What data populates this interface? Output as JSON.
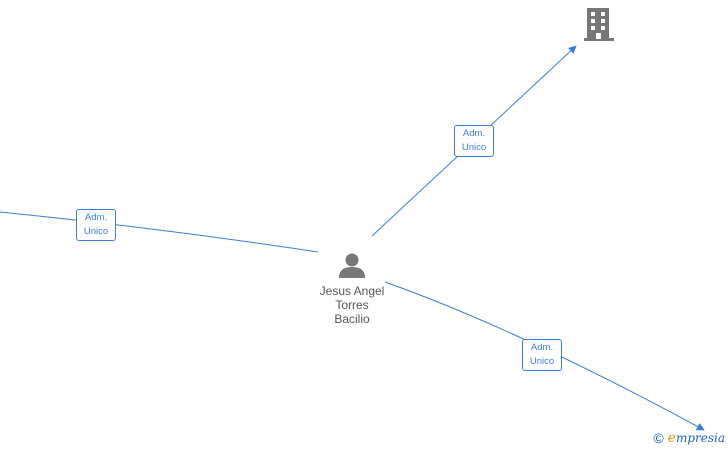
{
  "nodes": {
    "person": {
      "name_lines": [
        "Jesus Angel",
        "Torres",
        "Bacilio"
      ]
    }
  },
  "edges": [
    {
      "label_line1": "Adm.",
      "label_line2": "Unico"
    },
    {
      "label_line1": "Adm.",
      "label_line2": "Unico"
    },
    {
      "label_line1": "Adm.",
      "label_line2": "Unico"
    }
  ],
  "colors": {
    "edge": "#3b7dd8",
    "node_icon": "#777777",
    "brand": "#1a64b6",
    "brand_accent": "#f39200"
  },
  "footer": {
    "copyright_symbol": "©",
    "brand_first": "e",
    "brand_rest": "mpresia"
  }
}
